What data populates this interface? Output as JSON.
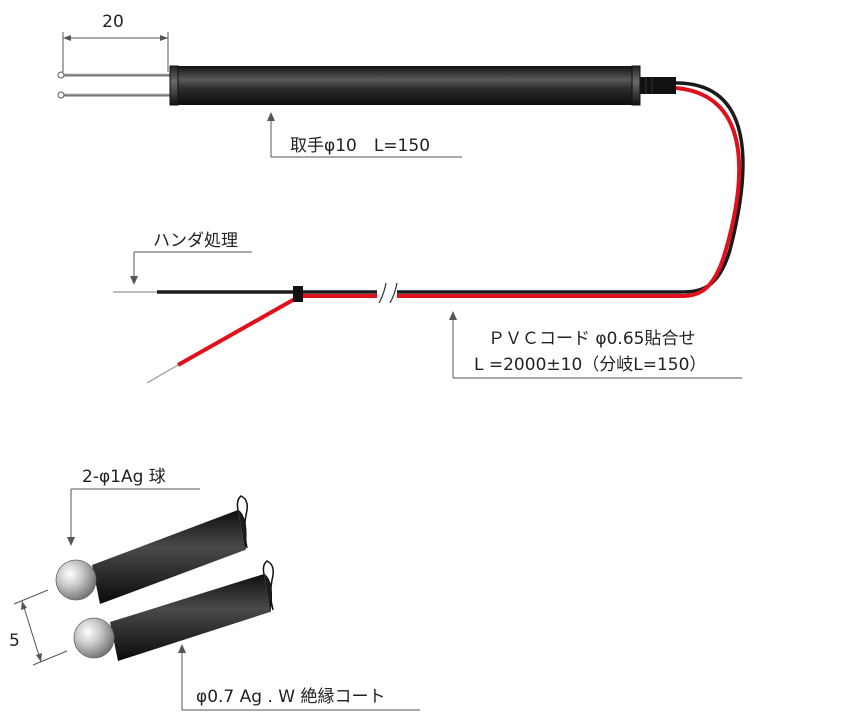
{
  "labels": {
    "dim_20": "20",
    "handle": "取手φ10　L=150",
    "solder": "ハンダ処理",
    "cord_line1": "ＰＶＣコード φ0.65貼合せ",
    "cord_line2": "L =2000±10（分岐L=150）",
    "ag_ball": "2-φ1Ag 球",
    "dim_5": "5",
    "wire": "φ0.7 Ag . W 絶縁コート"
  },
  "colors": {
    "cord_red": "#e0101c",
    "cord_black": "#1a1a1a",
    "handle_body": "#2b2b2b",
    "leader": "#555555"
  }
}
